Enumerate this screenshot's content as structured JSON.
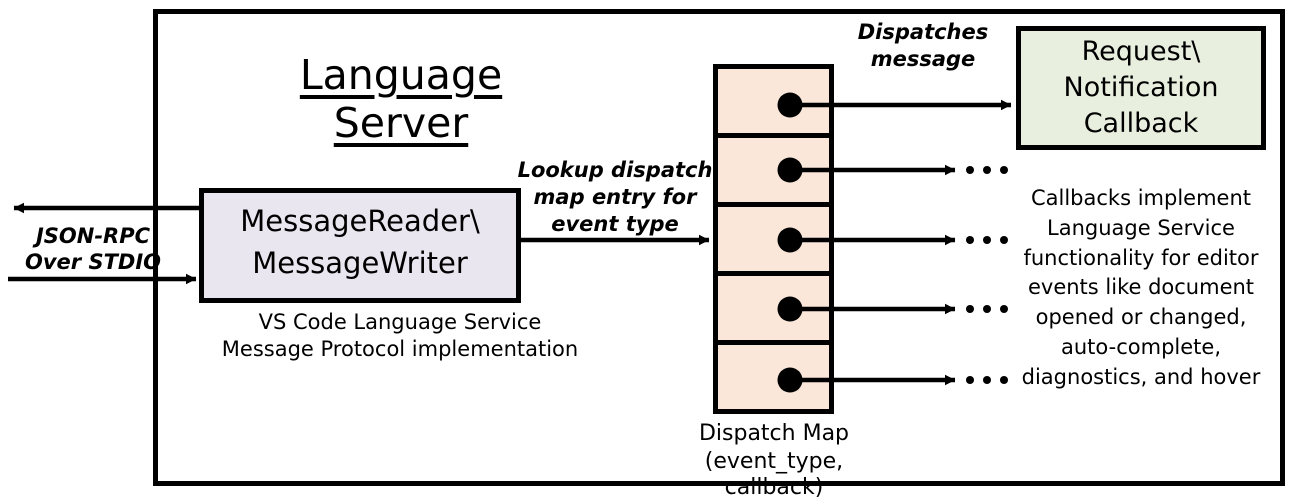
{
  "diagram": {
    "title": "Language Server",
    "container_label": "Language Server",
    "left_io": {
      "label_line1": "JSON-RPC",
      "label_line2": "Over STDIO",
      "outgoing_arrow_name": "json-rpc-out-arrow",
      "incoming_arrow_name": "json-rpc-in-arrow"
    },
    "message_box": {
      "line1": "MessageReader\\",
      "line2": "MessageWriter",
      "fill": "#EAE6F0",
      "caption_line1": "VS Code Language Service",
      "caption_line2": "Message Protocol implementation"
    },
    "lookup_label": {
      "line1": "Lookup dispatch",
      "line2": "map entry for",
      "line3": "event type"
    },
    "dispatch_map": {
      "fill": "#FAE7DA",
      "rows": [
        {
          "id": "row-1",
          "has_dot": true,
          "arrow": "to-callback"
        },
        {
          "id": "row-2",
          "has_dot": true,
          "arrow": "to-ellipsis"
        },
        {
          "id": "row-3",
          "has_dot": true,
          "arrow": "to-ellipsis"
        },
        {
          "id": "row-4",
          "has_dot": true,
          "arrow": "to-ellipsis"
        },
        {
          "id": "row-5",
          "has_dot": true,
          "arrow": "to-ellipsis"
        }
      ],
      "caption_line1": "Dispatch Map",
      "caption_line2": "(event_type, callback)"
    },
    "dispatch_label": {
      "line1": "Dispatches",
      "line2": "message"
    },
    "callback_box": {
      "line1": "Request\\",
      "line2": "Notification",
      "line3": "Callback",
      "fill": "#E9EFDF"
    },
    "callback_description": [
      "Callbacks implement",
      "Language Service",
      "functionality for editor",
      "events like document",
      "opened or changed,",
      "auto-complete,",
      "diagnostics, and hover"
    ],
    "ellipsis": "•••",
    "colors": {
      "stroke": "#000000",
      "background": "#FFFFFF",
      "message_box_fill": "#EAE6F0",
      "dispatch_map_fill": "#FAE7DA",
      "callback_box_fill": "#E9EFDF"
    }
  }
}
